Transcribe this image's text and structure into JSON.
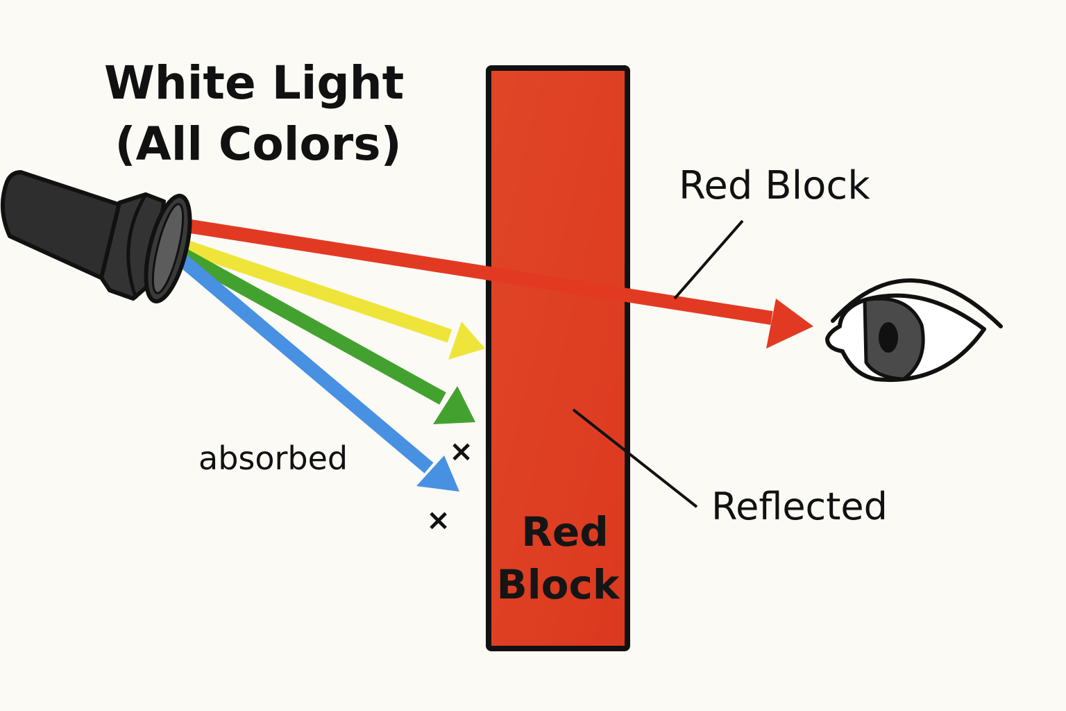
{
  "title": {
    "line1": "White Light",
    "line2": "(All Colors)"
  },
  "labels": {
    "red_block_top": "Red Block",
    "reflected": "Reflected",
    "absorbed": "absorbed",
    "block_inside_line1": "Red",
    "block_inside_line2": "Block",
    "absorbed_mark": "×"
  },
  "colors": {
    "background": "#fbfaf5",
    "block": "#df3d21",
    "ray_red": "#e23a22",
    "ray_yellow": "#efe53a",
    "ray_green": "#43a22f",
    "ray_blue": "#4890e2",
    "flashlight": "#2e2e2e",
    "outline": "#111111"
  },
  "icons": {
    "flashlight": "flashlight-icon",
    "eye": "eye-icon"
  }
}
